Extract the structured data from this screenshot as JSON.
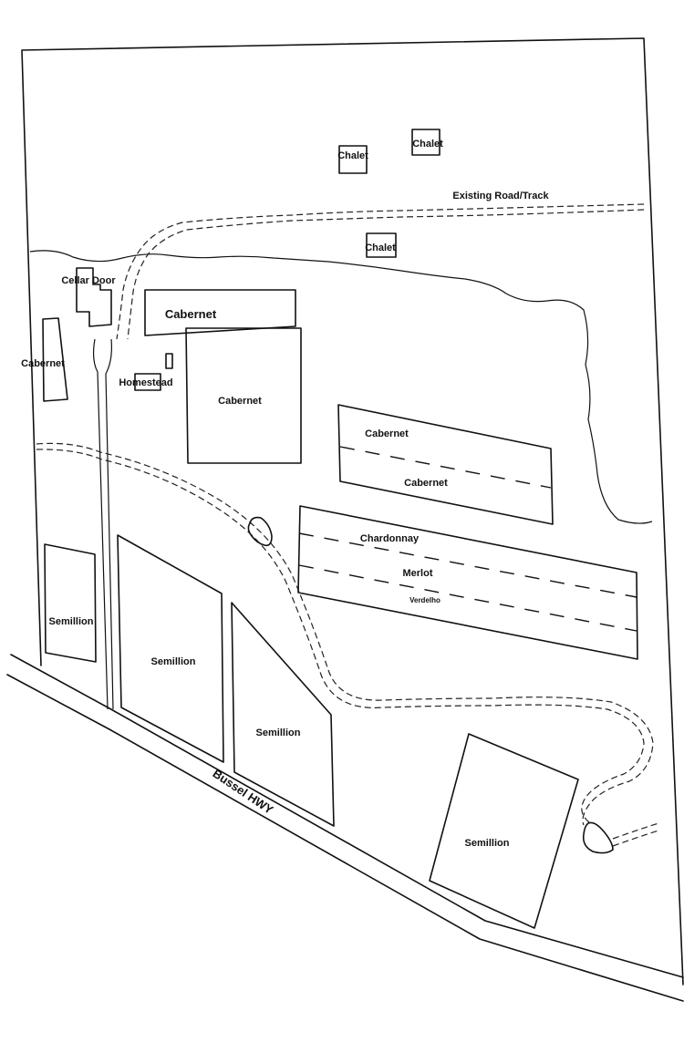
{
  "labels": {
    "chalet": "Chalet",
    "road_track": "Existing Road/Track",
    "cellar_door": "Cellar Door",
    "homestead": "Homestead",
    "cabernet": "Cabernet",
    "chardonnay": "Chardonnay",
    "merlot": "Merlot",
    "verdelho": "Verdelho",
    "semillion": "Semillion",
    "highway": "Bussel HWY"
  }
}
